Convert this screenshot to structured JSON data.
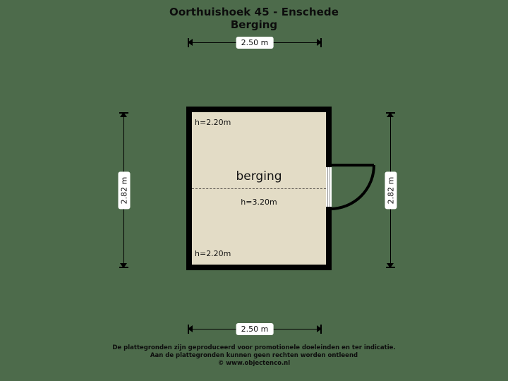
{
  "header": {
    "title": "Oorthuishoek 45 - Enschede",
    "subtitle": "Berging"
  },
  "plan": {
    "room_name": "berging",
    "ceiling_center": "h=3.20m",
    "ceiling_top_left": "h=2.20m",
    "ceiling_bottom_left": "h=2.20m",
    "floor_color": "#e3dcc6",
    "wall_color": "#000000",
    "background_color": "#4d6b4b"
  },
  "dimensions": {
    "top": "2.50 m",
    "bottom": "2.50 m",
    "left": "2.82 m",
    "right": "2.82 m"
  },
  "door": {
    "name": "entry-door",
    "swing": "right-down"
  },
  "footer": {
    "line1": "De plattegronden zijn geproduceerd voor promotionele doeleinden en ter indicatie.",
    "line2": "Aan de plattegronden kunnen geen rechten worden ontleend",
    "line3": "© www.objectenco.nl"
  }
}
